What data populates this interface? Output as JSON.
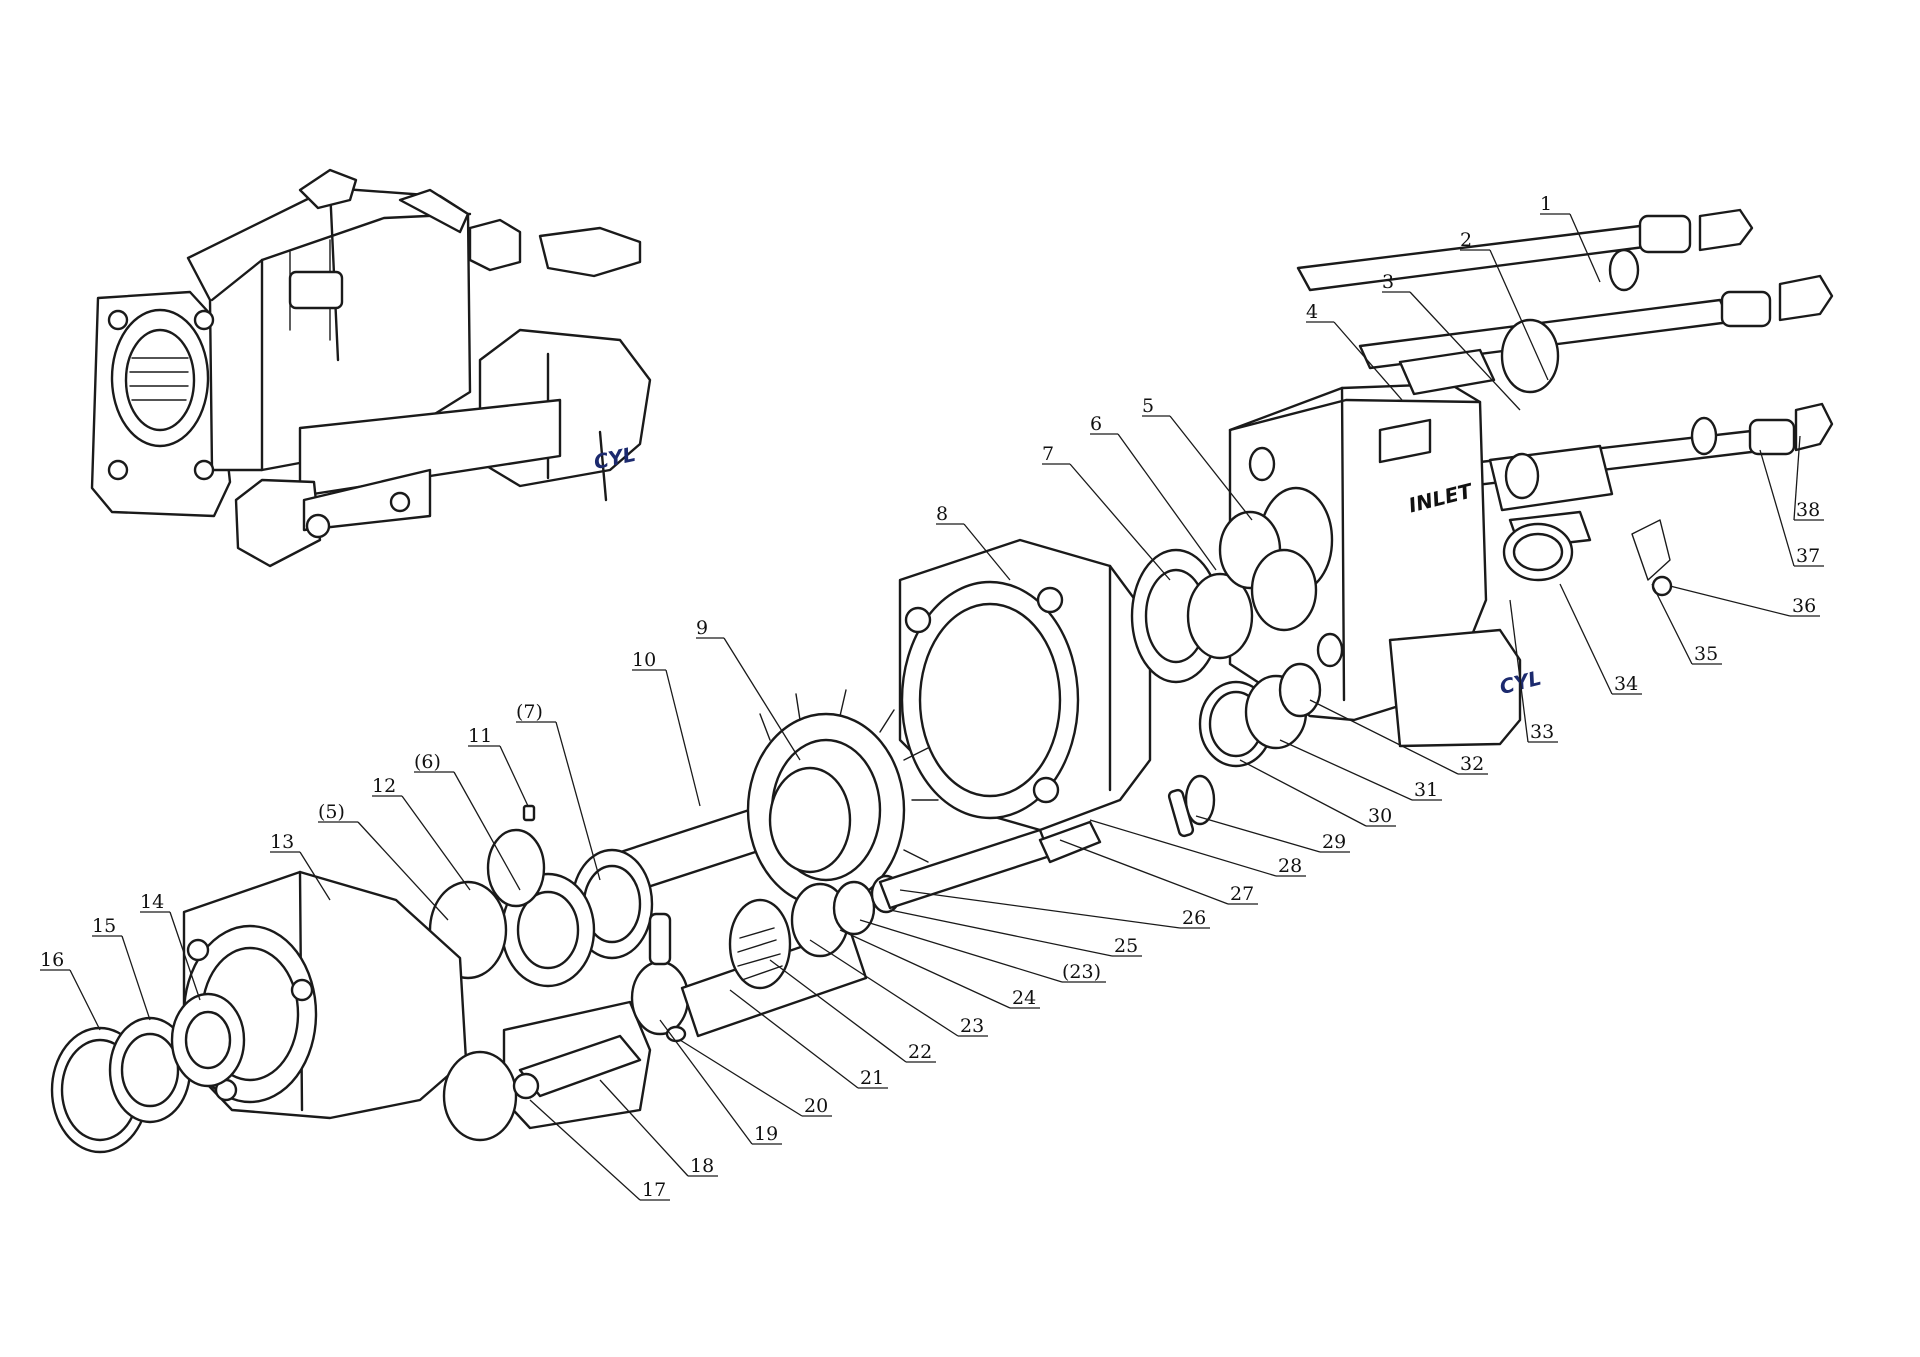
{
  "stamps": {
    "cyl": "CYL",
    "inlet": "INLET"
  },
  "callouts": [
    "1",
    "2",
    "3",
    "4",
    "5",
    "6",
    "7",
    "8",
    "9",
    "10",
    "11",
    "(7)",
    "12",
    "(6)",
    "(5)",
    "13",
    "14",
    "15",
    "16",
    "17",
    "18",
    "19",
    "20",
    "21",
    "22",
    "23",
    "(23)",
    "24",
    "25",
    "26",
    "27",
    "28",
    "29",
    "30",
    "31",
    "32",
    "33",
    "34",
    "35",
    "36",
    "37",
    "38"
  ],
  "colors": {
    "line": "#1a1a1a",
    "stamp": "#1c2a6e",
    "background": "#ffffff"
  }
}
